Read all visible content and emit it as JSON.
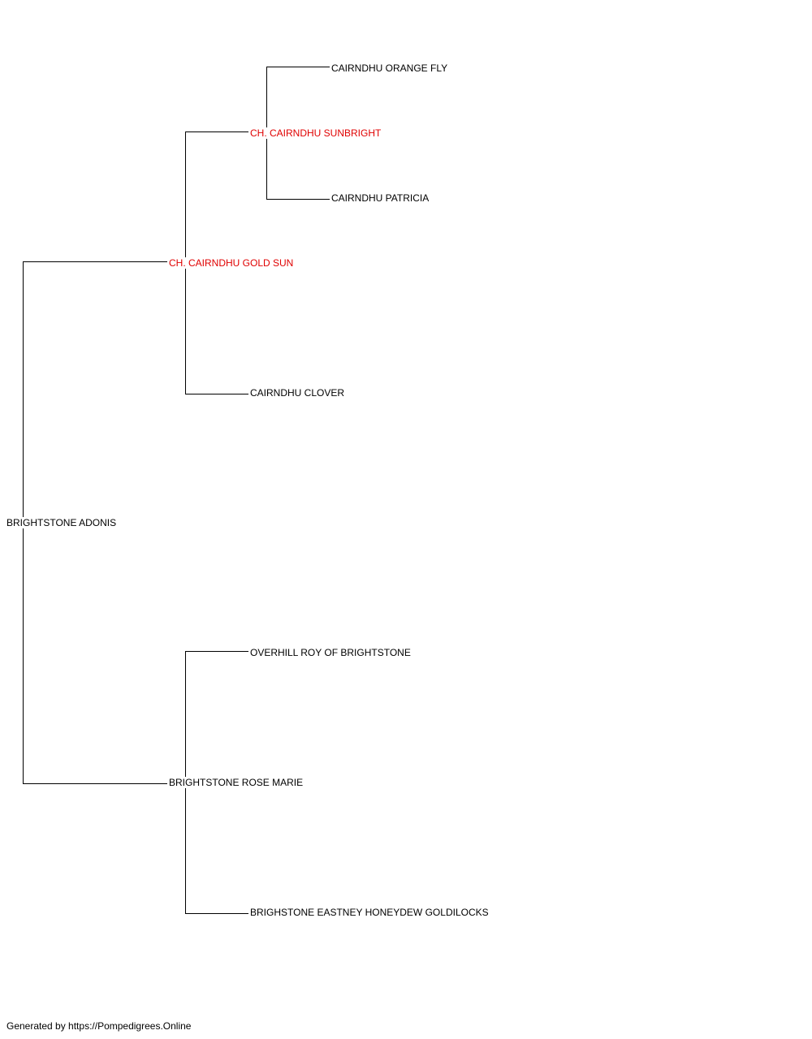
{
  "pedigree": {
    "subject": {
      "name": "BRIGHTSTONE ADONIS",
      "champion": false
    },
    "sire": {
      "name": "CH. CAIRNDHU GOLD SUN",
      "champion": true
    },
    "sire_sire": {
      "name": "CH. CAIRNDHU SUNBRIGHT",
      "champion": true
    },
    "sire_sire_sire": {
      "name": "CAIRNDHU ORANGE FLY",
      "champion": false
    },
    "sire_sire_dam": {
      "name": "CAIRNDHU PATRICIA",
      "champion": false
    },
    "sire_dam": {
      "name": "CAIRNDHU CLOVER",
      "champion": false
    },
    "dam": {
      "name": "BRIGHTSTONE ROSE MARIE",
      "champion": false
    },
    "dam_sire": {
      "name": "OVERHILL ROY OF BRIGHTSTONE",
      "champion": false
    },
    "dam_dam": {
      "name": "BRIGHSTONE EASTNEY HONEYDEW GOLDILOCKS",
      "champion": false
    }
  },
  "colors": {
    "champion": "#e00000",
    "normal": "#000000",
    "line": "#000000"
  },
  "footer": {
    "text": "Generated by https://Pompedigrees.Online"
  }
}
